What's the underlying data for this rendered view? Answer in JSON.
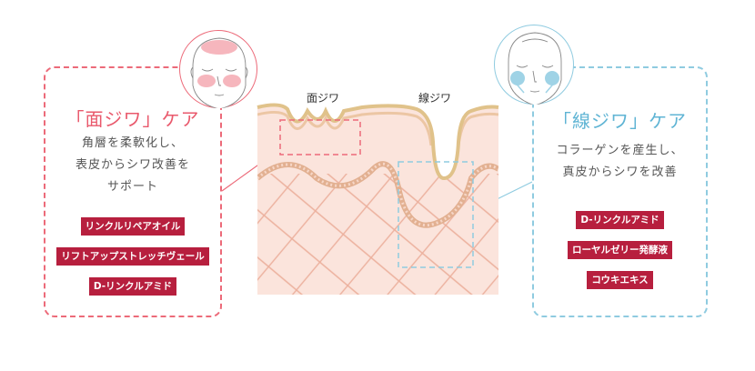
{
  "left_card": {
    "title": "「面ジワ」ケア",
    "desc_lines": [
      "角層を柔軟化し、",
      "表皮からシワ改善を",
      "サポート"
    ],
    "tags": [
      "リンクルリペアオイル",
      "リフトアップストレッチヴェール",
      "D-リンクルアミド"
    ]
  },
  "right_card": {
    "title": "「線ジワ」ケア",
    "desc_lines": [
      "コラーゲンを産生し、",
      "真皮からシワを改善"
    ],
    "tags": [
      "D-リンクルアミド",
      "ローヤルゼリー発酵液",
      "コウキエキス"
    ]
  },
  "diagram": {
    "label_surface": "面ジワ",
    "label_line": "線ジワ"
  },
  "colors": {
    "pink_accent": "#ec6a79",
    "blue_accent": "#8fcbe0",
    "tag_red": "#b71f3e",
    "skin": "#fbe4dc"
  }
}
